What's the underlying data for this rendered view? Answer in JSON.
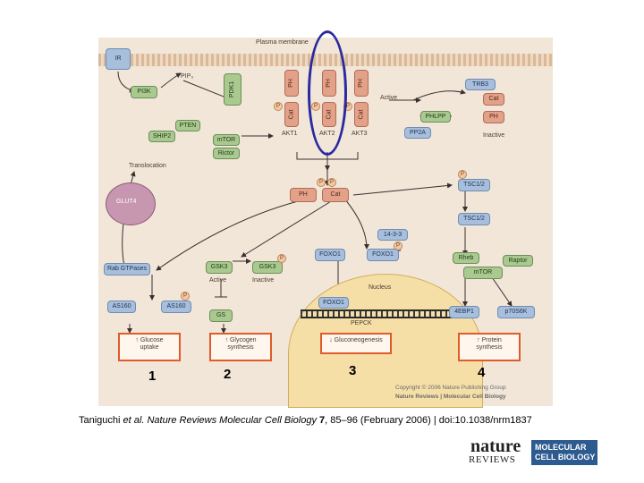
{
  "diagram": {
    "membrane_label": "Plasma membrane",
    "ir": "IR",
    "pip3": "PIP₃",
    "pi3k": "PI3K",
    "pdk1": "PDK1",
    "pten": "PTEN",
    "ship2": "SHIP2",
    "mtor_top": "mTOR",
    "rictor": "Rictor",
    "akt_ph": "PH",
    "akt_cat": "Cat",
    "akt1": "AKT1",
    "akt2": "AKT2",
    "akt3": "AKT3",
    "p": "P",
    "active": "Active",
    "inactive": "Inactive",
    "trb3": "TRB3",
    "phlpp": "PHLPP",
    "pp2a": "PP2A",
    "translocation": "Translocation",
    "glut4": "GLUT4",
    "tsc12_a": "TSC1/2",
    "tsc12_b": "TSC1/2",
    "ph": "PH",
    "cat": "Cat",
    "prot1433": "14-3-3",
    "foxo1_a": "FOXO1",
    "foxo1_b": "FOXO1",
    "foxo1_c": "FOXO1",
    "rheb": "Rheb",
    "raptor": "Raptor",
    "mtor_bottom": "mTOR",
    "rab": "Rab GTPases",
    "gsk3_a": "GSK3",
    "gsk3_b": "GSK3",
    "gsk_active": "Active",
    "gsk_inactive": "Inactive",
    "nucleus": "Nucleus",
    "as160_a": "AS160",
    "as160_b": "AS160",
    "gs": "GS",
    "pepck": "PEPCK",
    "e4bp1": "4EBP1",
    "p70s6k": "p70S6K"
  },
  "outcomes": [
    {
      "arrow": "↑",
      "line1": "Glucose",
      "line2": "uptake",
      "number": "1"
    },
    {
      "arrow": "↑",
      "line1": "Glycogen",
      "line2": "synthesis",
      "number": "2"
    },
    {
      "arrow": "↓",
      "line1": "Gluconeogenesis",
      "line2": "",
      "number": "3"
    },
    {
      "arrow": "↑",
      "line1": "Protein",
      "line2": "synthesis",
      "number": "4"
    }
  ],
  "copyright": {
    "line1": "Copyright © 2006 Nature Publishing Group",
    "line2": "Nature Reviews | Molecular Cell Biology"
  },
  "citation": {
    "authors": "Taniguchi ",
    "etal": "et al.",
    "journal": " Nature Reviews Molecular Cell Biology ",
    "volume": "7",
    "rest": ", 85–96 (February 2006) | doi:10.1038/nrm1837"
  },
  "logo": {
    "nature": "nature",
    "reviews": "REVIEWS",
    "line1": "MOLECULAR",
    "line2": "CELL BIOLOGY"
  },
  "colors": {
    "highlight_box": "#e05a2a",
    "highlight_oval": "#2a2aa0",
    "node_green": "#a9c98f",
    "node_red": "#e2a28a",
    "node_blue": "#a7bfdc"
  }
}
